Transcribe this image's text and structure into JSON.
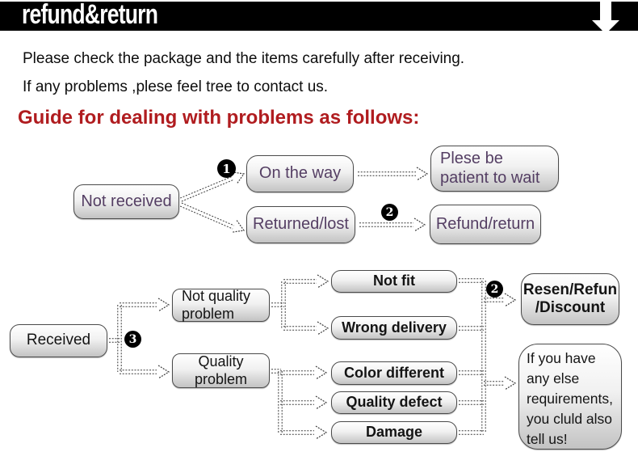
{
  "header": {
    "title": "refund&return",
    "arrow_icon": "down-arrow"
  },
  "intro": {
    "line1": "Please check the package and the items carefully after receiving.",
    "line2": "If any problems ,plese feel tree to contact us."
  },
  "guide_heading": "Guide for dealing with problems as follows:",
  "colors": {
    "header_bg": "#000000",
    "heading_red": "#b01c1f",
    "node_text_purple": "#543e63",
    "node_text_dark": "#141414",
    "node_border": "#4a4a4a",
    "node_fill_top": "#ffffff",
    "node_fill_bottom": "#c3c3c3"
  },
  "flow1": {
    "badges": {
      "b1": "1",
      "b2": "2"
    },
    "nodes": {
      "not_received": "Not received",
      "on_the_way": "On the way",
      "returned_lost": "Returned/lost",
      "plese_be_patient": "Plese be\npatient to wait",
      "refund_return": "Refund/return"
    }
  },
  "flow2": {
    "badges": {
      "b3": "3",
      "b2": "2"
    },
    "nodes": {
      "received": "Received",
      "not_quality_problem": "Not quality\nproblem",
      "quality_problem": "Quality\nproblem",
      "not_fit": "Not fit",
      "wrong_delivery": "Wrong delivery",
      "color_different": "Color different",
      "quality_defect": "Quality defect",
      "damage": "Damage",
      "resen_refun_discount": "Resen/Refun\n/Discount",
      "note": "If you have\nany else\nrequirements,\nyou cluld also\ntell us!"
    }
  },
  "edges": [
    "Not received -> (1) On the way",
    "Not received -> Returned/lost",
    "On the way -> Plese be patient to wait",
    "Returned/lost -> (2) Refund/return",
    "Received -> (3) Not quality problem",
    "Received -> (3) Quality problem",
    "Not quality problem -> Not fit",
    "Not quality problem -> Wrong delivery",
    "Quality problem -> Color different",
    "Quality problem -> Quality defect",
    "Quality problem -> Damage",
    "Not fit / Wrong delivery -> (2) Resen/Refun/Discount",
    "Color different / Quality defect / Damage -> If you have any else requirements note"
  ]
}
